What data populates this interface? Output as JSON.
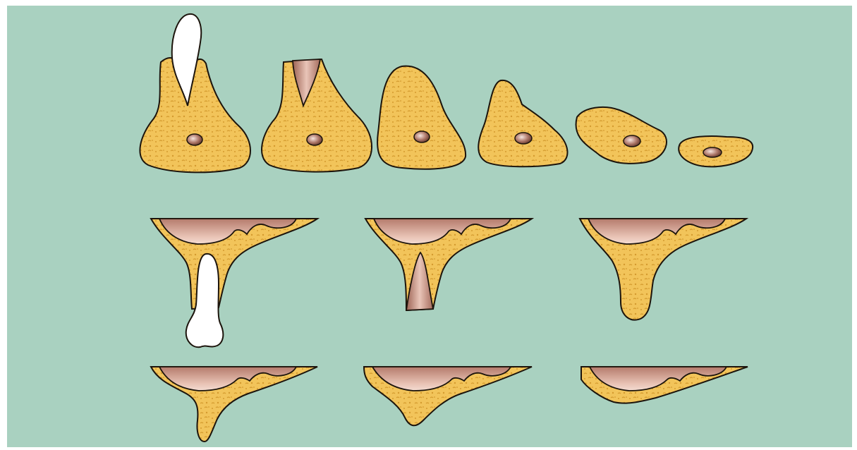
{
  "figure": {
    "description_visible_text": "",
    "colors": {
      "background": "#a9d1c0",
      "bone": "#f2c45a",
      "bone_dots": "#d49a2e",
      "outline": "#1c140c",
      "tooth": "#ffffff",
      "socket": "#b9857a",
      "sinus": "#c98c7c",
      "canal": "#8a5a4e"
    },
    "rows": [
      {
        "name": "mandible-cross-sections",
        "count": 6
      },
      {
        "name": "maxilla-sinus-with-process",
        "count": 3
      },
      {
        "name": "maxilla-sinus-resorbed",
        "count": 3
      }
    ]
  }
}
